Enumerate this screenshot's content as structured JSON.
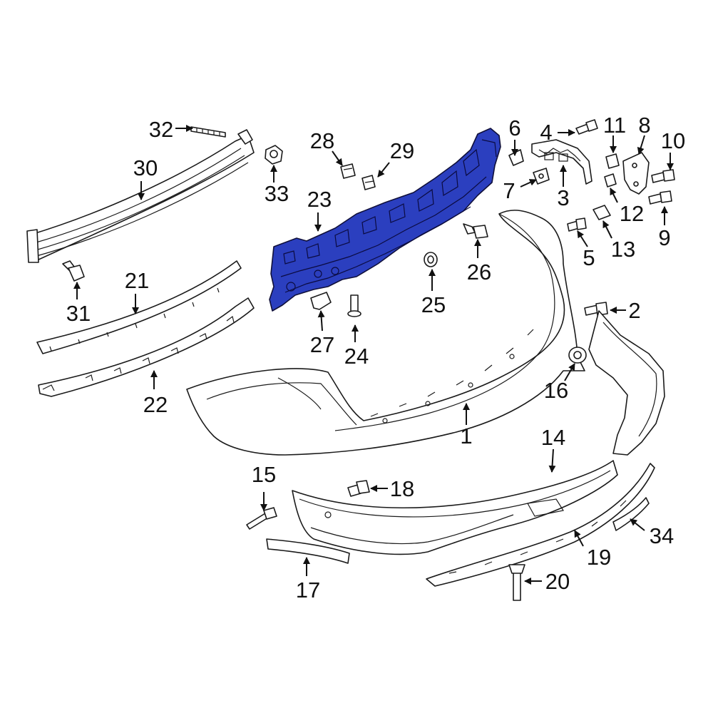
{
  "highlight_color": "#2b3fbf",
  "callouts": [
    {
      "id": "c1",
      "label": "1"
    },
    {
      "id": "c2",
      "label": "2"
    },
    {
      "id": "c3",
      "label": "3"
    },
    {
      "id": "c4",
      "label": "4"
    },
    {
      "id": "c5",
      "label": "5"
    },
    {
      "id": "c6",
      "label": "6"
    },
    {
      "id": "c7",
      "label": "7"
    },
    {
      "id": "c8",
      "label": "8"
    },
    {
      "id": "c9",
      "label": "9"
    },
    {
      "id": "c10",
      "label": "10"
    },
    {
      "id": "c11",
      "label": "11"
    },
    {
      "id": "c12",
      "label": "12"
    },
    {
      "id": "c13",
      "label": "13"
    },
    {
      "id": "c14",
      "label": "14"
    },
    {
      "id": "c15",
      "label": "15"
    },
    {
      "id": "c16",
      "label": "16"
    },
    {
      "id": "c17",
      "label": "17"
    },
    {
      "id": "c18",
      "label": "18"
    },
    {
      "id": "c19",
      "label": "19"
    },
    {
      "id": "c20",
      "label": "20"
    },
    {
      "id": "c21",
      "label": "21"
    },
    {
      "id": "c22",
      "label": "22"
    },
    {
      "id": "c23",
      "label": "23"
    },
    {
      "id": "c24",
      "label": "24"
    },
    {
      "id": "c25",
      "label": "25"
    },
    {
      "id": "c26",
      "label": "26"
    },
    {
      "id": "c27",
      "label": "27"
    },
    {
      "id": "c28",
      "label": "28"
    },
    {
      "id": "c29",
      "label": "29"
    },
    {
      "id": "c30",
      "label": "30"
    },
    {
      "id": "c31",
      "label": "31"
    },
    {
      "id": "c32",
      "label": "32"
    },
    {
      "id": "c33",
      "label": "33"
    },
    {
      "id": "c34",
      "label": "34"
    }
  ]
}
